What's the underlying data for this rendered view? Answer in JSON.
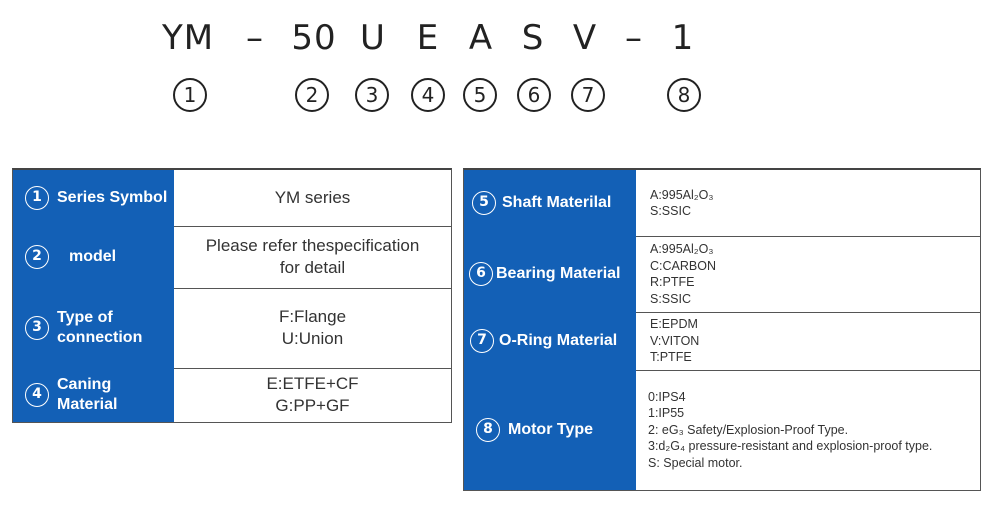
{
  "model_code": [
    "YM",
    "–",
    "50",
    "U",
    "E",
    "A",
    "S",
    "V",
    "–",
    "1"
  ],
  "markers": [
    "1",
    "2",
    "3",
    "4",
    "5",
    "6",
    "7",
    "8"
  ],
  "left_table": [
    {
      "num": "1",
      "label": [
        "Series Symbol"
      ],
      "values": [
        "YM series"
      ]
    },
    {
      "num": "2",
      "label": [
        "model"
      ],
      "values": [
        "Please refer thespecification",
        "for detail"
      ]
    },
    {
      "num": "3",
      "label": [
        "Type of",
        "connection"
      ],
      "values": [
        "F:Flange",
        "U:Union"
      ]
    },
    {
      "num": "4",
      "label": [
        "Caning",
        "Material"
      ],
      "values": [
        "E:ETFE+CF",
        "G:PP+GF"
      ]
    }
  ],
  "right_table": [
    {
      "num": "5",
      "label": [
        "Shaft Materilal"
      ],
      "values": [
        "A:995Al₂O₃",
        "S:SSIC"
      ]
    },
    {
      "num": "6",
      "label": [
        "Bearing Material"
      ],
      "values": [
        "A:995Al₂O₃",
        "C:CARBON",
        "R:PTFE",
        "S:SSIC"
      ]
    },
    {
      "num": "7",
      "label": [
        "O-Ring Material"
      ],
      "values": [
        "E:EPDM",
        "V:VITON",
        "T:PTFE"
      ]
    },
    {
      "num": "8",
      "label": [
        "Motor Type"
      ],
      "values": [
        "0:IPS4",
        "1:IP55",
        "2: eG₃ Safety/Explosion-Proof Type.",
        "3:d₂G₄   pressure-resistant and explosion-proof type.",
        "S: Special motor."
      ]
    }
  ],
  "colors": {
    "label_bg": "#1360b6",
    "label_text": "#ffffff",
    "border": "#555555"
  }
}
